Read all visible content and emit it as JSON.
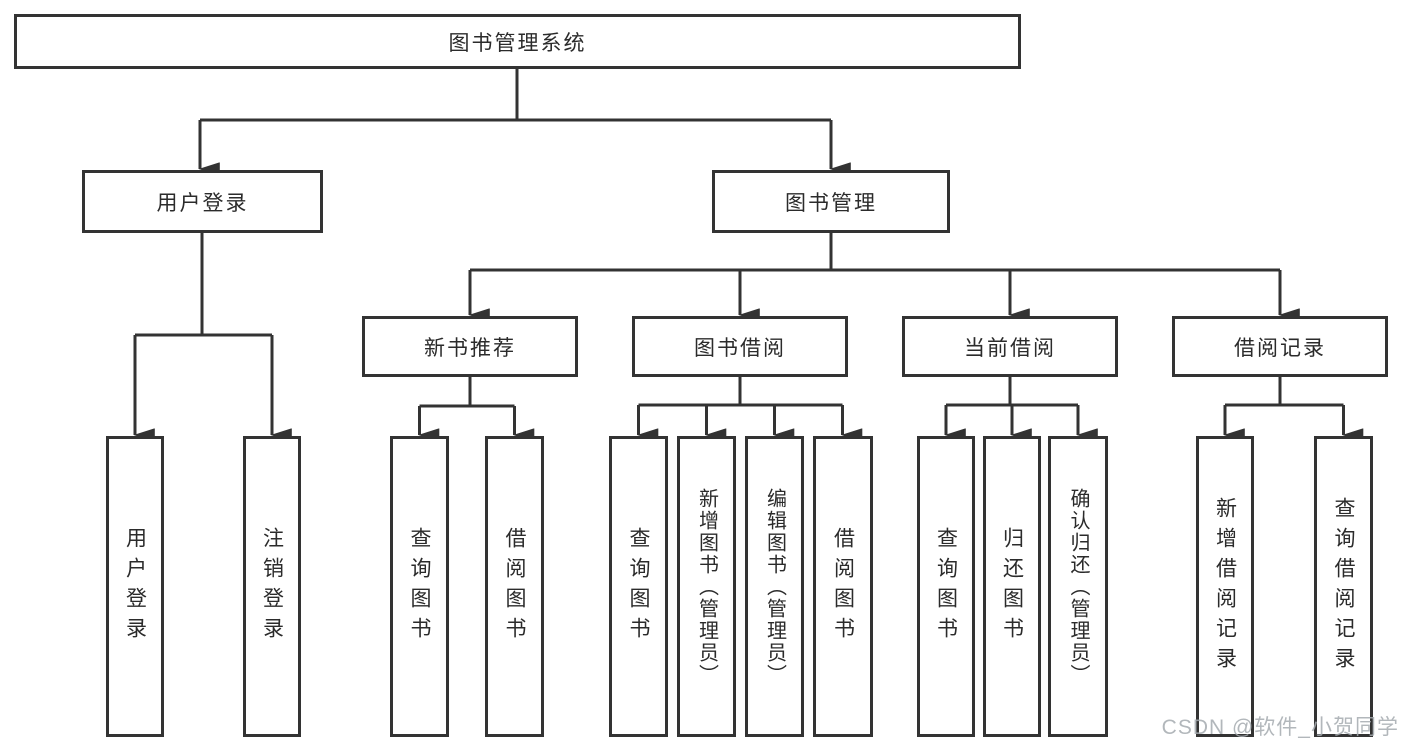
{
  "tree": {
    "label": "图书管理系统",
    "children": [
      {
        "label": "用户登录",
        "children": [
          {
            "label": "用户登录"
          },
          {
            "label": "注销登录"
          }
        ]
      },
      {
        "label": "图书管理",
        "children": [
          {
            "label": "新书推荐",
            "children": [
              {
                "label": "查询图书"
              },
              {
                "label": "借阅图书"
              }
            ]
          },
          {
            "label": "图书借阅",
            "children": [
              {
                "label": "查询图书"
              },
              {
                "label": "新增图书（管理员）"
              },
              {
                "label": "编辑图书（管理员）"
              },
              {
                "label": "借阅图书"
              }
            ]
          },
          {
            "label": "当前借阅",
            "children": [
              {
                "label": "查询图书"
              },
              {
                "label": "归还图书"
              },
              {
                "label": "确认归还（管理员）"
              }
            ]
          },
          {
            "label": "借阅记录",
            "children": [
              {
                "label": "新增借阅记录"
              },
              {
                "label": "查询借阅记录"
              }
            ]
          }
        ]
      }
    ]
  },
  "watermark": "CSDN @软件_小贺同学",
  "colors": {
    "line": "#333333",
    "box_border": "#333333",
    "text": "#2b2b2b",
    "watermark": "#a5aaaf",
    "background": "#ffffff"
  }
}
